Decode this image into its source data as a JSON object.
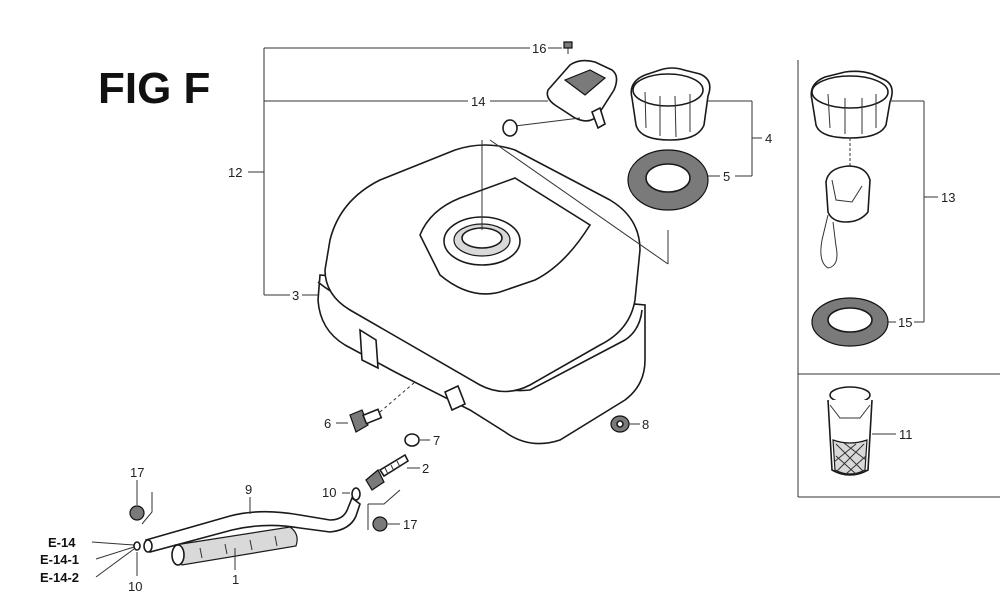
{
  "figure": {
    "title": "FIG F"
  },
  "callouts": {
    "c1": "1",
    "c2": "2",
    "c3": "3",
    "c4": "4",
    "c5": "5",
    "c6": "6",
    "c7": "7",
    "c8": "8",
    "c9": "9",
    "c10a": "10",
    "c10b": "10",
    "c11": "11",
    "c12": "12",
    "c13": "13",
    "c14": "14",
    "c15": "15",
    "c16": "16",
    "c17a": "17",
    "c17b": "17"
  },
  "refs": {
    "r1": "E-14",
    "r2": "E-14-1",
    "r3": "E-14-2"
  }
}
